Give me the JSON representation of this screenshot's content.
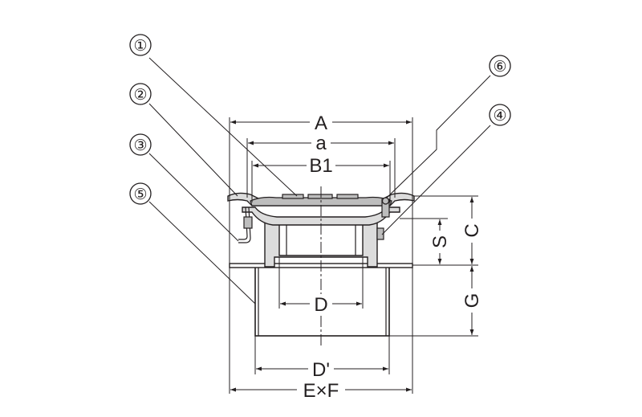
{
  "dimensions": {
    "A": "A",
    "a": "a",
    "B1": "B1",
    "D": "D",
    "D_prime": "D'",
    "ExF": "E×F",
    "S": "S",
    "C": "C",
    "G": "G"
  },
  "callouts": [
    "①",
    "②",
    "③",
    "④",
    "⑤",
    "⑥"
  ]
}
